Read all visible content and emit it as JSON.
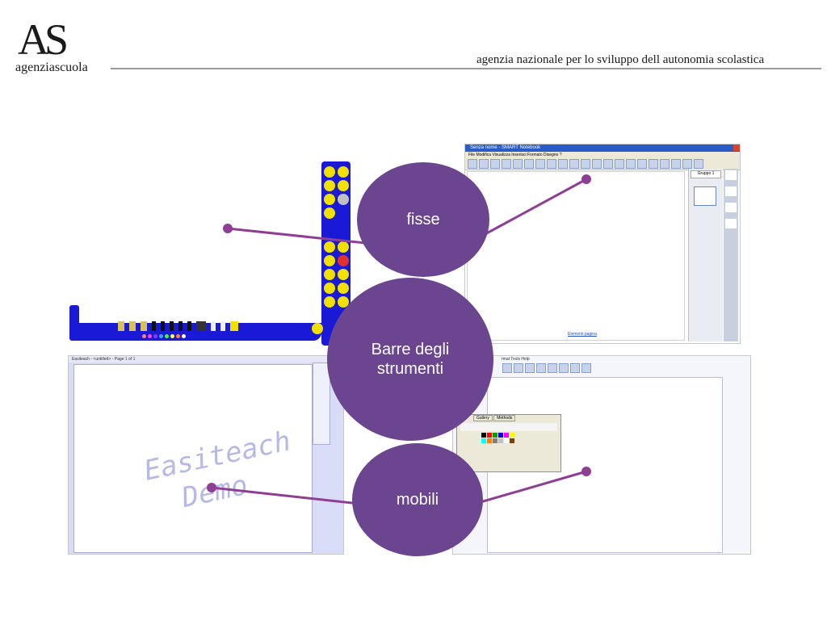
{
  "header": {
    "logo_mark": "AS",
    "logo_name": "agenziascuola",
    "tagline": "agenzia nazionale per lo sviluppo dell autonomia scolastica"
  },
  "bubbles": {
    "fixed": "fisse",
    "toolbars": "Barre degli strumenti",
    "mobile": "mobili"
  },
  "screens": {
    "smart_title": "Senza nome - SMART Notebook",
    "smart_menu": "File  Modifica  Visualizza  Inserisci  Formato  Disegno  ?",
    "smart_footer_link": "Elementi pagina",
    "smart_panel_label": "Gruppo 1",
    "easiteach_title": "Easiteach - <untitled> - Page 1 of 1",
    "easiteach_watermark_1": "Easiteach",
    "easiteach_watermark_2": "Demo",
    "right_menu": "rmat  Tools  Help",
    "float_tab1": "Gallery",
    "float_tab2": "Methods"
  },
  "colors": {
    "bubble": "#6b4590",
    "connector": "#8e3f93",
    "toolbar_blue": "#1a1ad6",
    "toolbar_yellow": "#f2e000"
  }
}
